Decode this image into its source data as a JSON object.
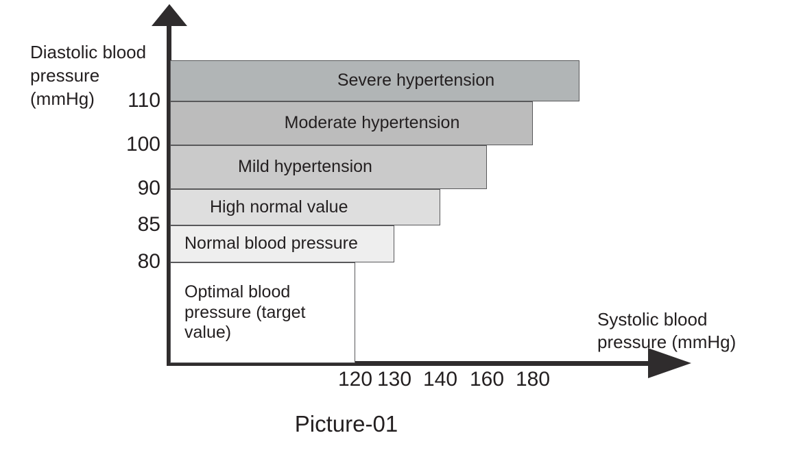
{
  "caption": "Picture-01",
  "axes": {
    "y_title": "Diastolic blood\npressure\n(mmHg)",
    "x_title": "Systolic blood\npressure (mmHg)",
    "y_ticks": [
      "110",
      "100",
      "90",
      "85",
      "80"
    ],
    "x_ticks": [
      "120",
      "130",
      "140",
      "160",
      "180"
    ]
  },
  "chart_data": {
    "type": "area",
    "title": "Picture-01",
    "xlabel": "Systolic blood pressure (mmHg)",
    "ylabel": "Diastolic blood pressure (mmHg)",
    "grid": false,
    "legend": "none",
    "xlim": [
      0,
      190
    ],
    "ylim": [
      0,
      120
    ],
    "xticks": [
      120,
      130,
      140,
      160,
      180
    ],
    "yticks": [
      80,
      85,
      90,
      100,
      110
    ],
    "categories": [
      "Optimal blood pressure (target value)",
      "Normal blood pressure",
      "High normal value",
      "Mild hypertension",
      "Moderate hypertension",
      "Severe hypertension"
    ],
    "regions": [
      {
        "label": "Optimal blood pressure (target value)",
        "label_lines": "Optimal blood\npressure (target\n value)",
        "systolic_max": 120,
        "diastolic_max": 80,
        "color": "#ffffff"
      },
      {
        "label": "Normal blood pressure",
        "label_lines": "Normal blood pressure",
        "systolic_max": 130,
        "diastolic_min": 80,
        "diastolic_max": 85,
        "color": "#eeeeee"
      },
      {
        "label": "High normal value",
        "label_lines": "High normal value",
        "systolic_max": 140,
        "diastolic_min": 85,
        "diastolic_max": 90,
        "color": "#dedede"
      },
      {
        "label": "Mild hypertension",
        "label_lines": "Mild hypertension",
        "systolic_max": 160,
        "diastolic_min": 90,
        "diastolic_max": 100,
        "color": "#cacaca"
      },
      {
        "label": "Moderate hypertension",
        "label_lines": "Moderate hypertension",
        "systolic_max": 180,
        "diastolic_min": 100,
        "diastolic_max": 110,
        "color": "#bcbcbc"
      },
      {
        "label": "Severe hypertension",
        "label_lines": "Severe hypertension",
        "systolic_max": 190,
        "diastolic_min": 110,
        "color": "#b1b5b6"
      }
    ]
  }
}
